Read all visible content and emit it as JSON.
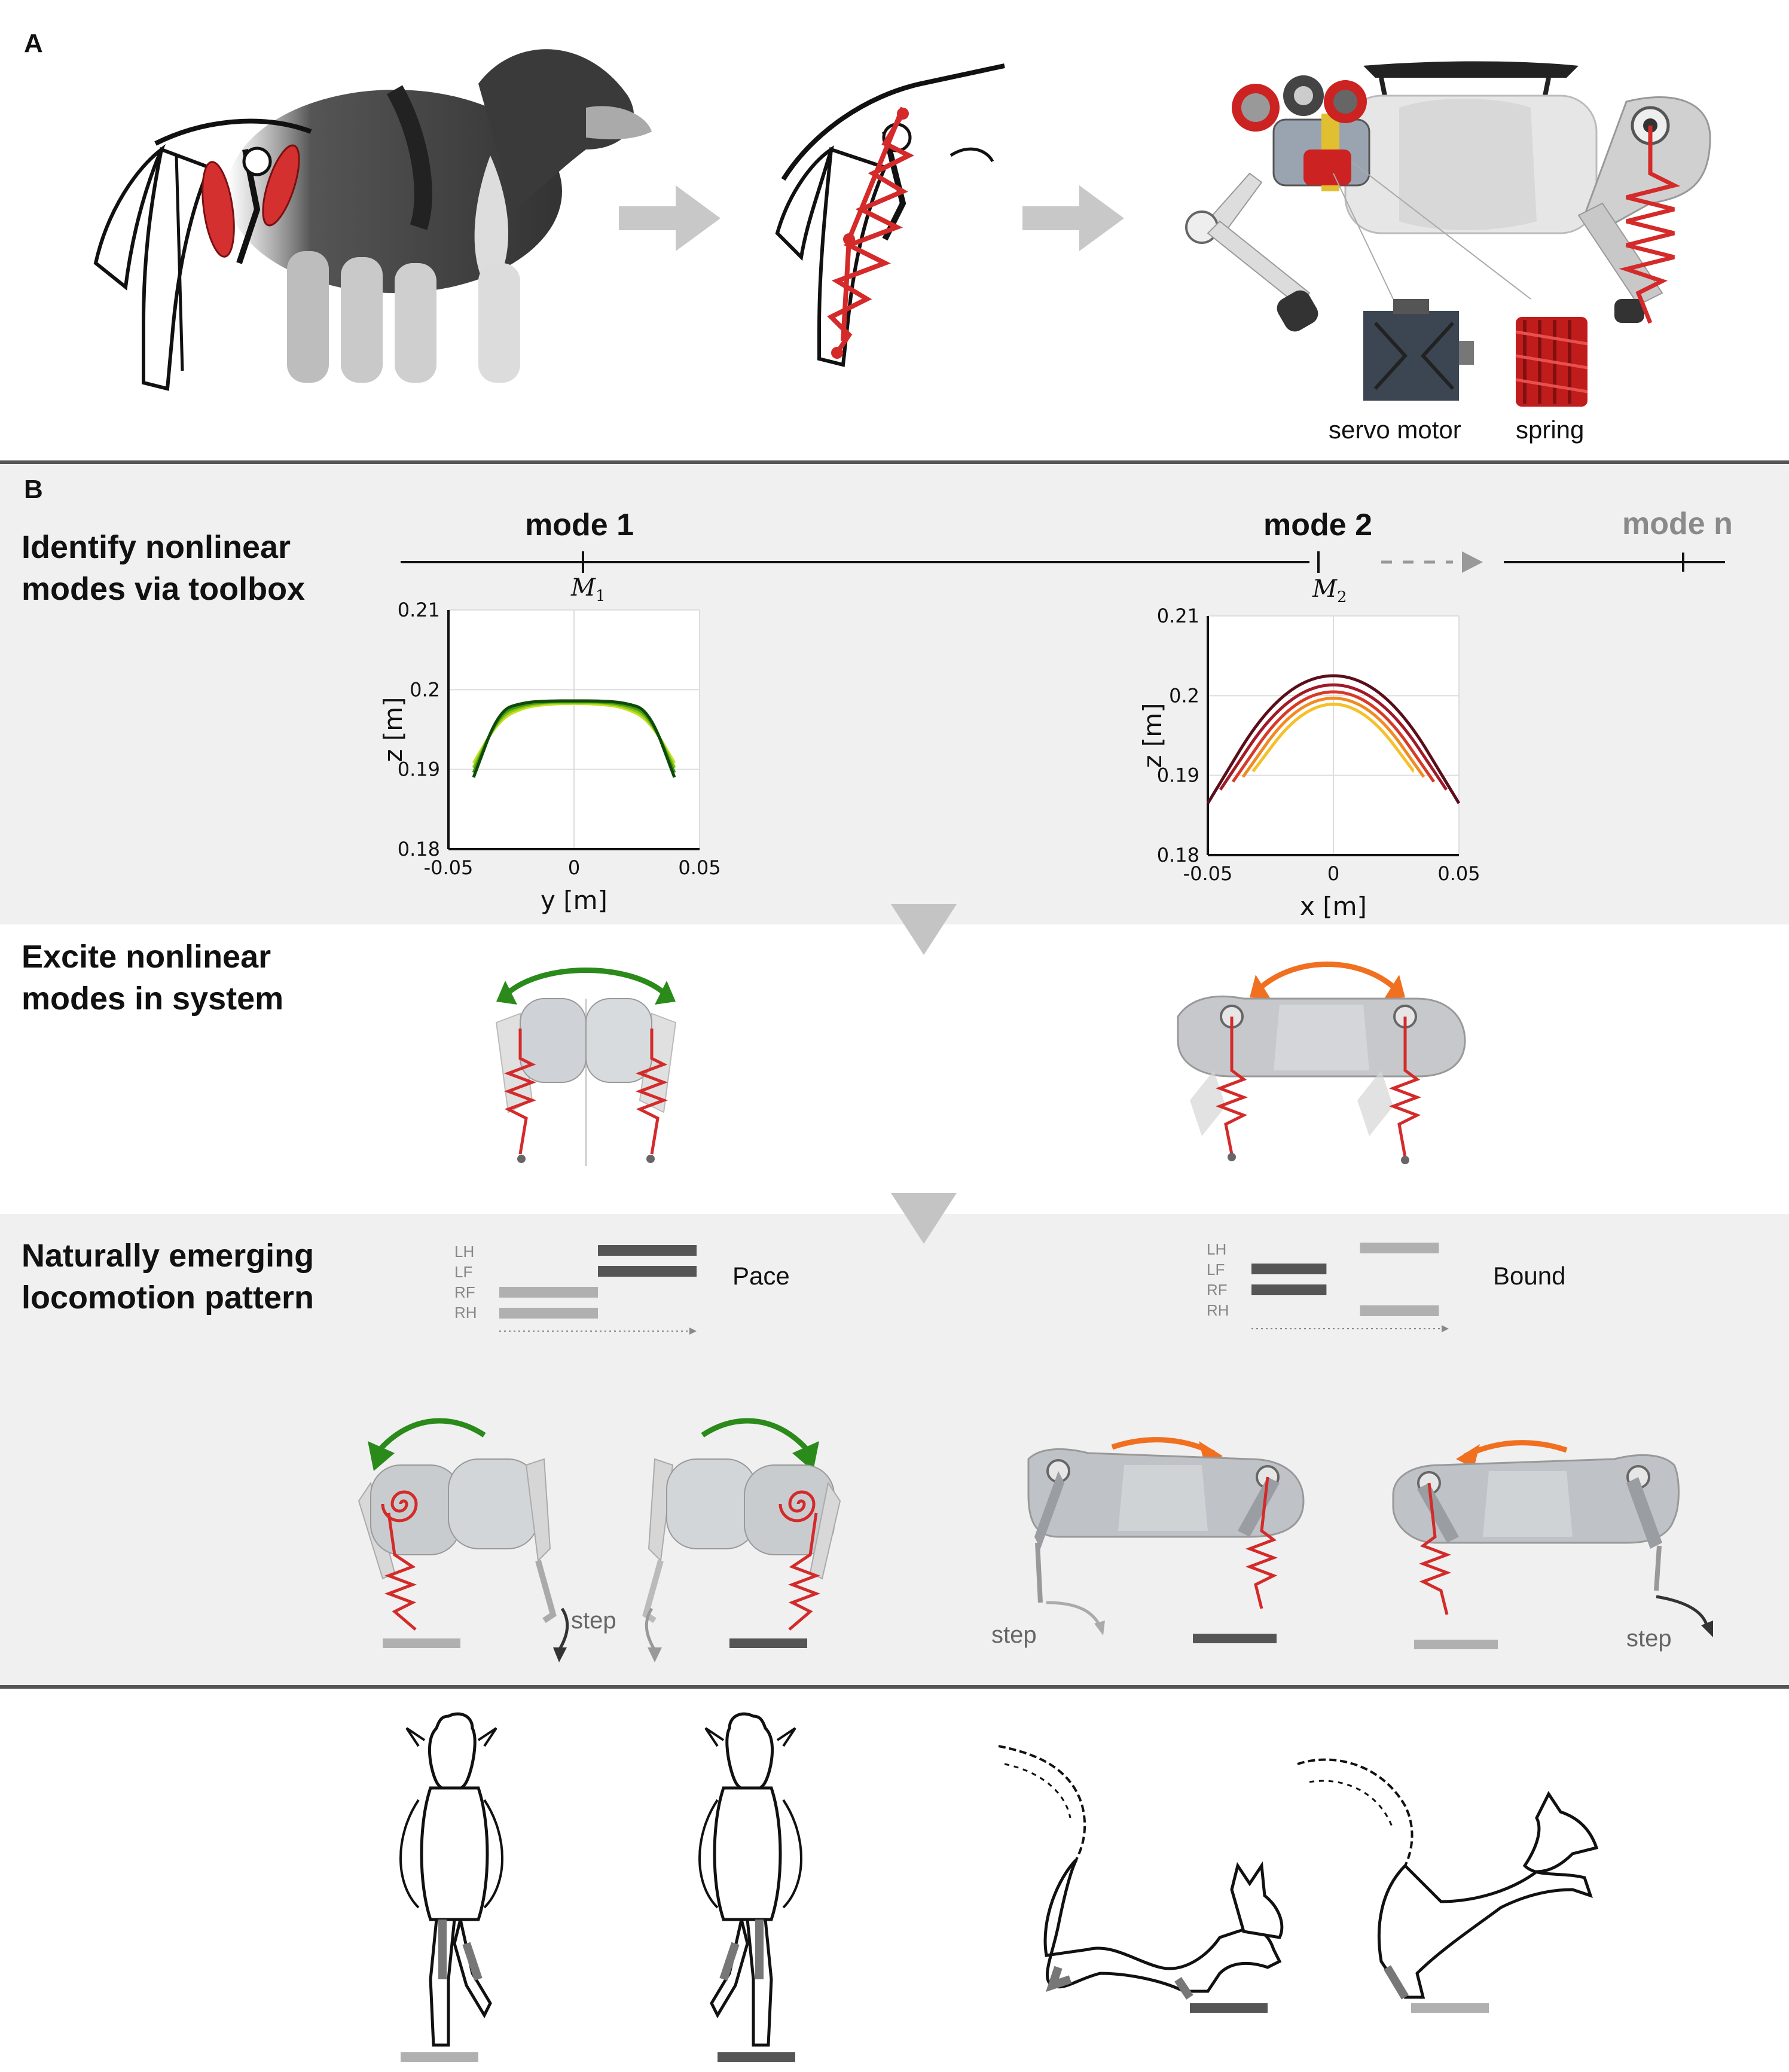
{
  "panel_a": {
    "label": "A",
    "servo_label": "servo motor",
    "spring_label": "spring"
  },
  "panel_b": {
    "label": "B",
    "step1_title": "Identify nonlinear\nmodes via toolbox",
    "step2_title": "Excite nonlinear\nmodes in system",
    "step3_title": "Naturally emerging\nlocomotion pattern",
    "mode1_label": "mode 1",
    "mode2_label": "mode 2",
    "moden_label": "mode n",
    "m1_symbol": "M",
    "m1_sub": "1",
    "m2_symbol": "M",
    "m2_sub": "2",
    "pace_label": "Pace",
    "bound_label": "Bound",
    "gait_legs": [
      "LH",
      "LF",
      "RF",
      "RH"
    ],
    "step_label": "step"
  },
  "colors": {
    "muscle_red": "#d42a2a",
    "green_arrow": "#2a8a1a",
    "orange_arrow": "#f07020",
    "dark_bar": "#555555",
    "light_bar": "#b0b0b0",
    "band_gray": "#f0f0f0"
  },
  "chart_data": [
    {
      "type": "line",
      "xlabel": "y [m]",
      "ylabel": "z [m]",
      "xlim": [
        -0.05,
        0.05
      ],
      "ylim": [
        0.18,
        0.21
      ],
      "xticks": [
        "-0.05",
        "0",
        "0.05"
      ],
      "yticks": [
        "0.21",
        "0.2",
        "0.19",
        "0.18"
      ],
      "grid": true,
      "series": [
        {
          "color": "#c8e020",
          "points": [
            [
              -0.04,
              0.1908
            ],
            [
              -0.03,
              0.1962
            ],
            [
              -0.02,
              0.1978
            ],
            [
              -0.01,
              0.1982
            ],
            [
              0,
              0.1983
            ],
            [
              0.01,
              0.1982
            ],
            [
              0.02,
              0.1978
            ],
            [
              0.03,
              0.1962
            ],
            [
              0.04,
              0.1908
            ]
          ]
        },
        {
          "color": "#8cc418",
          "points": [
            [
              -0.04,
              0.1902
            ],
            [
              -0.03,
              0.1966
            ],
            [
              -0.02,
              0.198
            ],
            [
              -0.01,
              0.1984
            ],
            [
              0,
              0.1984
            ],
            [
              0.01,
              0.1984
            ],
            [
              0.02,
              0.198
            ],
            [
              0.03,
              0.1966
            ],
            [
              0.04,
              0.1902
            ]
          ]
        },
        {
          "color": "#3f9a12",
          "points": [
            [
              -0.04,
              0.1896
            ],
            [
              -0.03,
              0.197
            ],
            [
              -0.02,
              0.1982
            ],
            [
              -0.01,
              0.1985
            ],
            [
              0,
              0.1985
            ],
            [
              0.01,
              0.1985
            ],
            [
              0.02,
              0.1982
            ],
            [
              0.03,
              0.197
            ],
            [
              0.04,
              0.1896
            ]
          ]
        },
        {
          "color": "#0f4a0a",
          "points": [
            [
              -0.04,
              0.189
            ],
            [
              -0.03,
              0.1974
            ],
            [
              -0.02,
              0.1984
            ],
            [
              -0.01,
              0.1986
            ],
            [
              0,
              0.1986
            ],
            [
              0.01,
              0.1986
            ],
            [
              0.02,
              0.1984
            ],
            [
              0.03,
              0.1974
            ],
            [
              0.04,
              0.189
            ]
          ]
        }
      ]
    },
    {
      "type": "line",
      "xlabel": "x [m]",
      "ylabel": "z [m]",
      "xlim": [
        -0.05,
        0.05
      ],
      "ylim": [
        0.18,
        0.21
      ],
      "xticks": [
        "-0.05",
        "0",
        "0.05"
      ],
      "yticks": [
        "0.21",
        "0.2",
        "0.19",
        "0.18"
      ],
      "grid": true,
      "series": [
        {
          "color": "#f5c02a",
          "points": [
            [
              -0.032,
              0.1905
            ],
            [
              -0.016,
              0.1972
            ],
            [
              0,
              0.1995
            ],
            [
              0.016,
              0.1972
            ],
            [
              0.032,
              0.1905
            ]
          ]
        },
        {
          "color": "#f08a22",
          "points": [
            [
              -0.036,
              0.1898
            ],
            [
              -0.018,
              0.1978
            ],
            [
              0,
              0.2003
            ],
            [
              0.018,
              0.1978
            ],
            [
              0.036,
              0.1898
            ]
          ]
        },
        {
          "color": "#d83a28",
          "points": [
            [
              -0.04,
              0.1892
            ],
            [
              -0.02,
              0.1983
            ],
            [
              0,
              0.2012
            ],
            [
              0.02,
              0.1983
            ],
            [
              0.04,
              0.1892
            ]
          ]
        },
        {
          "color": "#a01a28",
          "points": [
            [
              -0.045,
              0.1882
            ],
            [
              -0.0225,
              0.1988
            ],
            [
              0,
              0.2022
            ],
            [
              0.0225,
              0.1988
            ],
            [
              0.045,
              0.1882
            ]
          ]
        },
        {
          "color": "#5a0e1a",
          "points": [
            [
              -0.05,
              0.1865
            ],
            [
              -0.025,
              0.1995
            ],
            [
              0,
              0.2035
            ],
            [
              0.025,
              0.1995
            ],
            [
              0.05,
              0.1865
            ]
          ]
        }
      ]
    }
  ],
  "gait_pace": {
    "LH": [
      [
        0.5,
        1.0
      ]
    ],
    "LF": [
      [
        0.5,
        1.0
      ]
    ],
    "RF": [
      [
        0.0,
        0.5
      ]
    ],
    "RH": [
      [
        0.0,
        0.5
      ]
    ]
  },
  "gait_bound": {
    "LH": [
      [
        0.55,
        0.95
      ]
    ],
    "LF": [
      [
        0.0,
        0.38
      ]
    ],
    "RF": [
      [
        0.0,
        0.38
      ]
    ],
    "RH": [
      [
        0.55,
        0.95
      ]
    ]
  }
}
